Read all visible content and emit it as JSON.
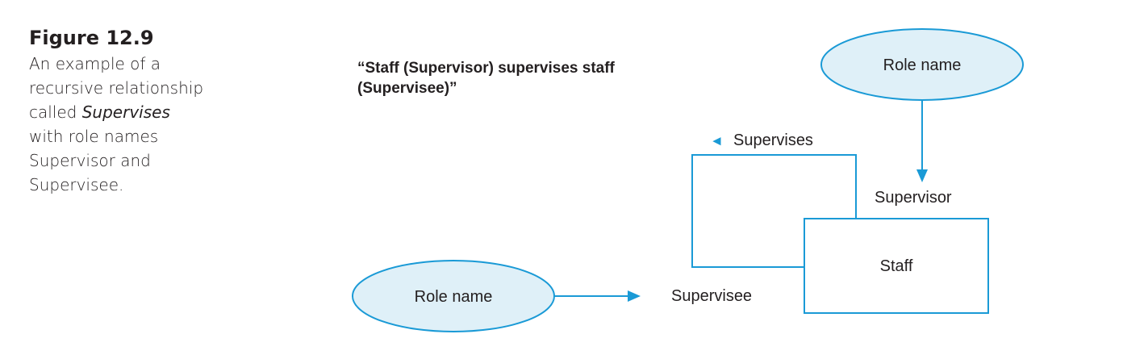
{
  "figure": {
    "number": "Figure 12.9",
    "caption_pre": "An example of a recursive relationship called ",
    "caption_em": "Supervises",
    "caption_post": " with role names Supervisor and Supervisee."
  },
  "quote": "“Staff (Supervisor) supervises staff (Supervisee)”",
  "diagram": {
    "role_name_top": "Role name",
    "role_name_bottom": "Role name",
    "relationship_label": "Supervises",
    "relationship_arrow": "◄",
    "role_supervisor": "Supervisor",
    "role_supervisee": "Supervisee",
    "entity": "Staff"
  },
  "colors": {
    "line": "#1a9ad6",
    "ellipse_fill": "#dff0f8",
    "ellipse_stroke": "#1a9ad6",
    "entity_stroke": "#1a9ad6"
  }
}
